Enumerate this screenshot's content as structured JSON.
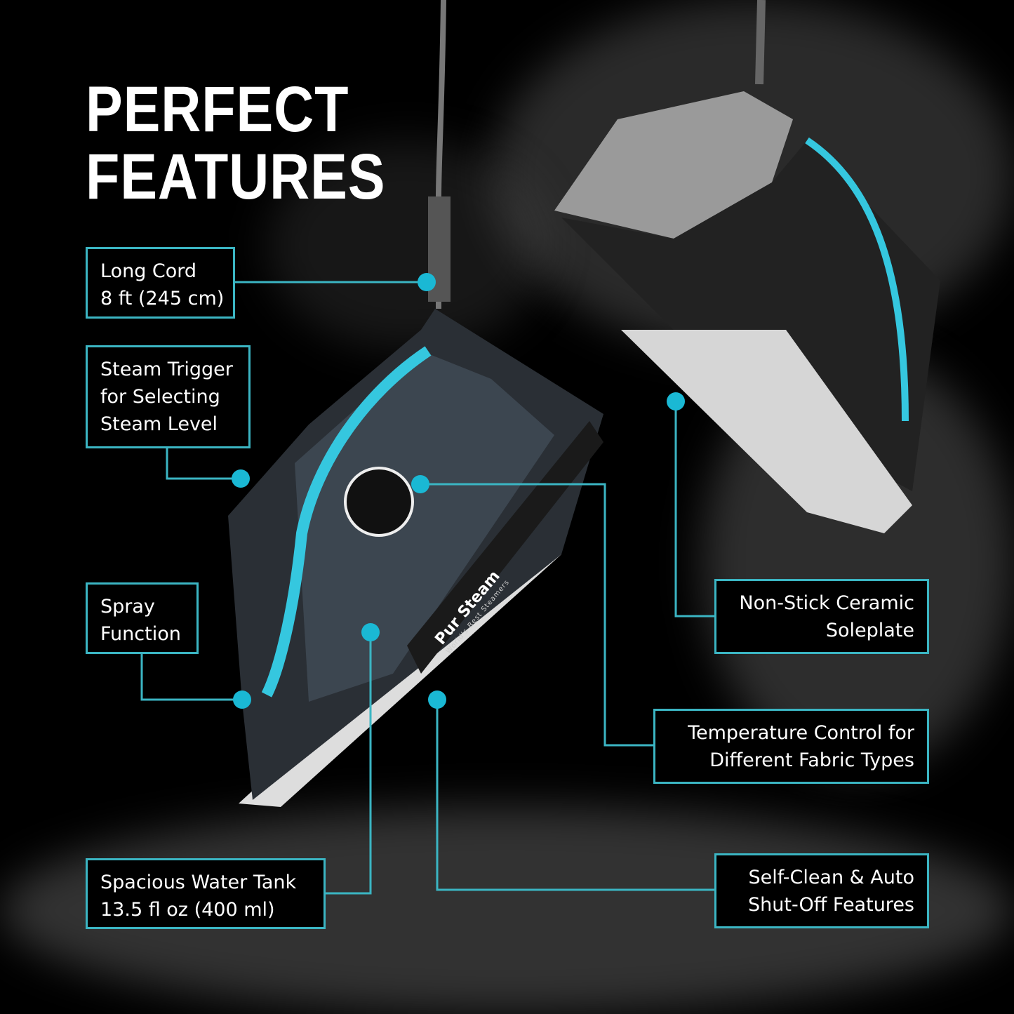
{
  "title": {
    "line1": "PERFECT",
    "line2": "FEATURES"
  },
  "accent_color": "#3bb5c3",
  "dot_color": "#1ab8d4",
  "brand": {
    "name": "Pur Steam",
    "tagline": "World's Best Steamers"
  },
  "features": [
    {
      "line1": "Long Cord",
      "line2": "8 ft (245 cm)"
    },
    {
      "line1": "Steam Trigger",
      "line2": "for Selecting",
      "line3": "Steam Level"
    },
    {
      "line1": "Spray",
      "line2": "Function"
    },
    {
      "line1": "Spacious Water Tank",
      "line2": "13.5 fl oz (400 ml)"
    },
    {
      "line1": "Temperature Control for",
      "line2": "Different Fabric Types"
    },
    {
      "line1": "Non-Stick Ceramic",
      "line2": "Soleplate"
    },
    {
      "line1": "Self-Clean & Auto",
      "line2": "Shut-Off Features"
    }
  ]
}
